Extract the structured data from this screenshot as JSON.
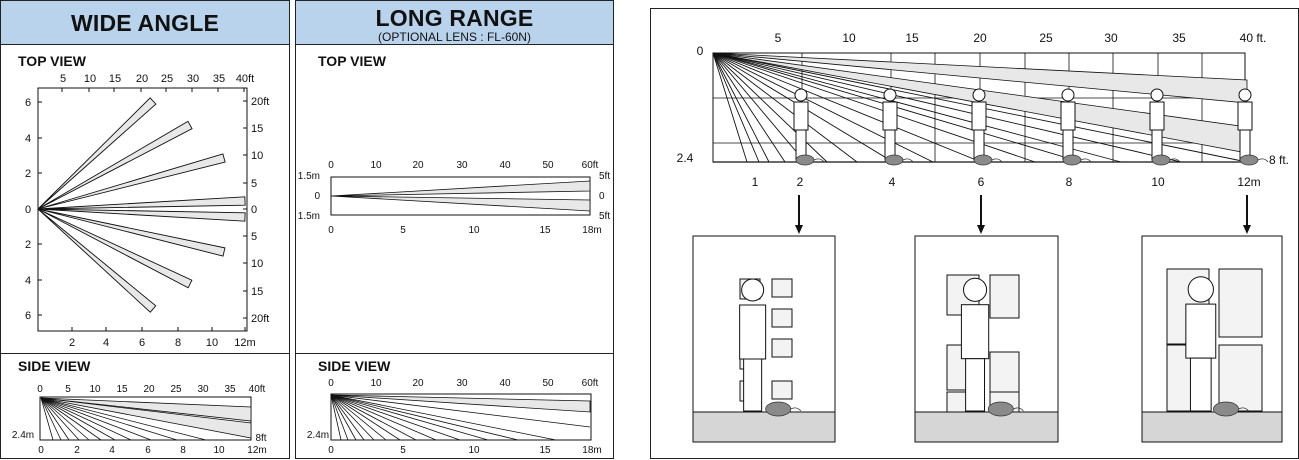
{
  "wide": {
    "title": "WIDE ANGLE",
    "top_view_label": "TOP VIEW",
    "side_view_label": "SIDE VIEW",
    "top_ft_ticks": [
      "5",
      "10",
      "15",
      "20",
      "25",
      "30",
      "35",
      "40ft"
    ],
    "top_m_ticks": [
      "2",
      "4",
      "6",
      "8",
      "10",
      "12m"
    ],
    "left_ticks": [
      "6",
      "4",
      "2",
      "0",
      "2",
      "4",
      "6"
    ],
    "right_ticks": [
      "20ft",
      "15",
      "10",
      "5",
      "0",
      "5",
      "10",
      "15",
      "20ft"
    ],
    "side_ft_ticks": [
      "0",
      "5",
      "10",
      "15",
      "20",
      "25",
      "30",
      "35",
      "40ft"
    ],
    "side_m_ticks": [
      "0",
      "2",
      "4",
      "6",
      "8",
      "10",
      "12m"
    ],
    "side_left_label": "2.4m",
    "side_right_label": "8ft"
  },
  "long": {
    "title": "LONG RANGE",
    "subtitle": "(OPTIONAL LENS : FL-60N)",
    "top_view_label": "TOP VIEW",
    "side_view_label": "SIDE VIEW",
    "ft_ticks": [
      "0",
      "10",
      "20",
      "30",
      "40",
      "50",
      "60ft"
    ],
    "m_ticks": [
      "0",
      "5",
      "10",
      "15",
      "18m"
    ],
    "left_ticks": [
      "1.5m",
      "0",
      "1.5m"
    ],
    "right_ticks": [
      "5ft",
      "0",
      "5ft"
    ],
    "side_ft_ticks": [
      "0",
      "10",
      "20",
      "30",
      "40",
      "50",
      "60ft"
    ],
    "side_m_ticks": [
      "0",
      "5",
      "10",
      "15",
      "18m"
    ],
    "side_left_label": "2.4m"
  },
  "detail": {
    "zero_label": "0",
    "ft_ticks": [
      "5",
      "10",
      "15",
      "20",
      "25",
      "30",
      "35",
      "40 ft."
    ],
    "left_height_label": "2.4",
    "right_height_label": "8 ft.",
    "m_ticks": [
      "1",
      "2",
      "4",
      "6",
      "8",
      "10",
      "12m"
    ]
  },
  "colors": {
    "header_bg": "#b9d3ec",
    "zone_fill": "#e8e8e8",
    "floor_fill": "#d6d6d6",
    "rat_fill": "#8a8a8a"
  }
}
